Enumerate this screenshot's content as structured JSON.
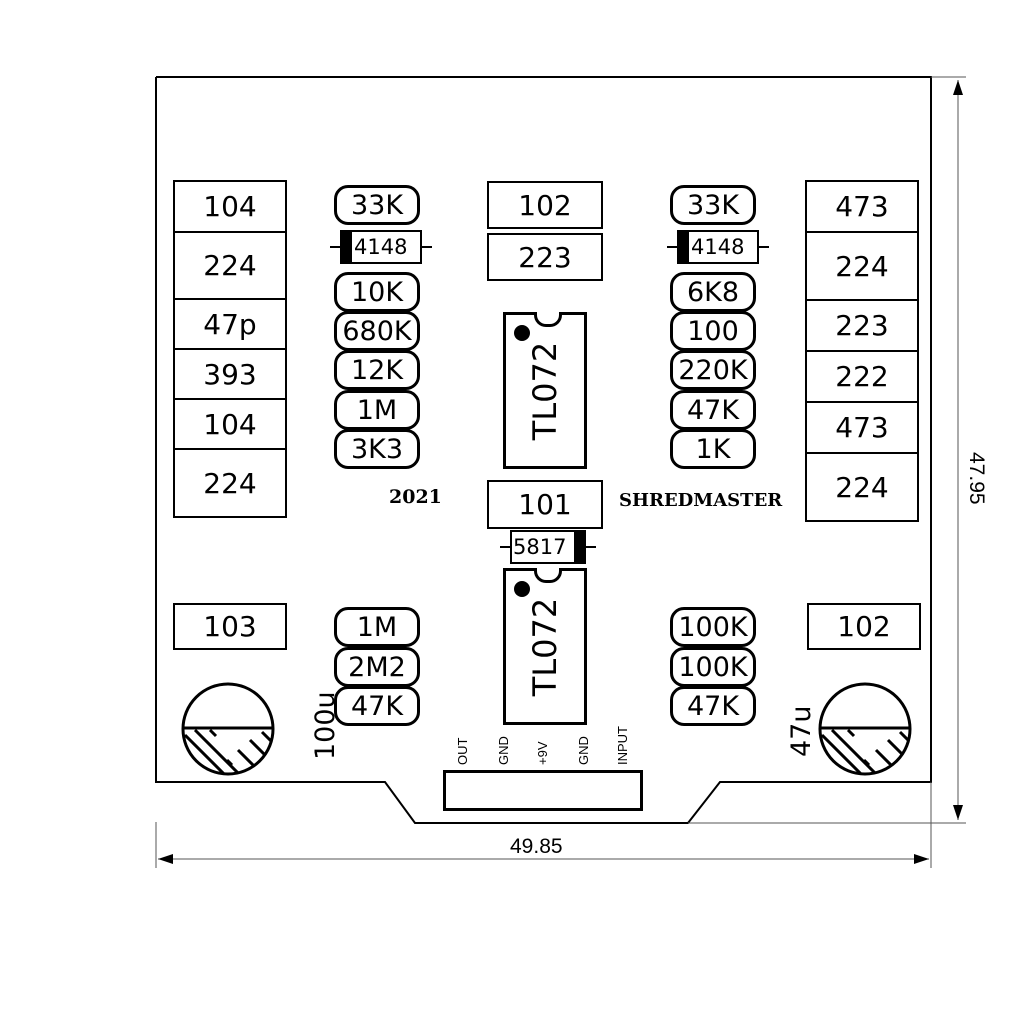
{
  "board": {
    "year_label": "2021",
    "brand_label": "SHREDMASTER"
  },
  "dimensions": {
    "width_label": "49.85",
    "height_label": "47.95"
  },
  "left_caps": [
    "104",
    "224",
    "47p",
    "393",
    "104",
    "224"
  ],
  "right_caps": [
    "473",
    "224",
    "223",
    "222",
    "473",
    "224"
  ],
  "center_caps": [
    "102",
    "223"
  ],
  "center_cap_101": "101",
  "left_resistors": [
    "33K",
    "10K",
    "680K",
    "12K",
    "1M",
    "3K3"
  ],
  "right_resistors": [
    "33K",
    "6K8",
    "100",
    "220K",
    "47K",
    "1K"
  ],
  "left_diode": "4148",
  "right_diode": "4148",
  "center_diode": "5817",
  "ic_top": "TL072",
  "ic_bottom": "TL072",
  "bottom_left_cap": "103",
  "bottom_right_cap": "102",
  "bottom_left_resistors": [
    "1M",
    "2M2",
    "47K"
  ],
  "bottom_right_resistors": [
    "100K",
    "100K",
    "47K"
  ],
  "electrolytic_left": "100u",
  "electrolytic_right": "47u",
  "connector_pins": [
    "OUT",
    "GND",
    "+9V",
    "GND",
    "INPUT"
  ]
}
